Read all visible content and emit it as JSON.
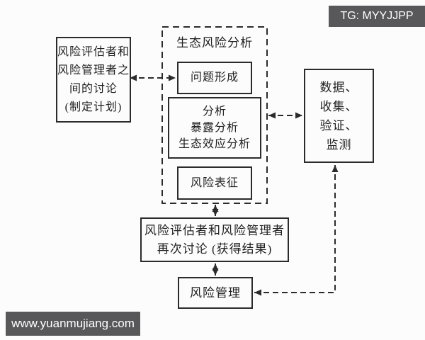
{
  "watermarks": {
    "top_right": "TG: MYYJJPP",
    "bottom_left": "www.yuanmujiang.com"
  },
  "diagram": {
    "title": "生态风险分析",
    "nodes": {
      "left_box": "风险评估者和\n风险管理者之\n间的讨论\n(制定计划)",
      "problem_formation": "问题形成",
      "analysis": "分析\n暴露分析\n生态效应分析",
      "risk_characterization": "风险表征",
      "data_box": "数据、\n收集、\n验证、\n监测",
      "second_discussion": "风险评估者和风险管理者\n再次讨论 (获得结果)",
      "risk_management": "风险管理"
    },
    "connectors": [
      {
        "from": "left_box",
        "to": "problem_formation",
        "style": "dashed",
        "bidirectional": true
      },
      {
        "from": "analysis",
        "to": "data_box",
        "style": "dashed",
        "bidirectional": true
      },
      {
        "from": "risk_characterization",
        "to": "second_discussion",
        "style": "solid",
        "bidirectional": true
      },
      {
        "from": "second_discussion",
        "to": "risk_management",
        "style": "solid",
        "bidirectional": true
      },
      {
        "from": "risk_management",
        "to": "data_box",
        "style": "dashed",
        "bidirectional": true
      }
    ],
    "colors": {
      "line": "#2b2b2b",
      "text": "#1f1f1f",
      "background": "#fcfcfc",
      "badge_bg": "#58585a",
      "badge_text": "#ffffff"
    }
  }
}
